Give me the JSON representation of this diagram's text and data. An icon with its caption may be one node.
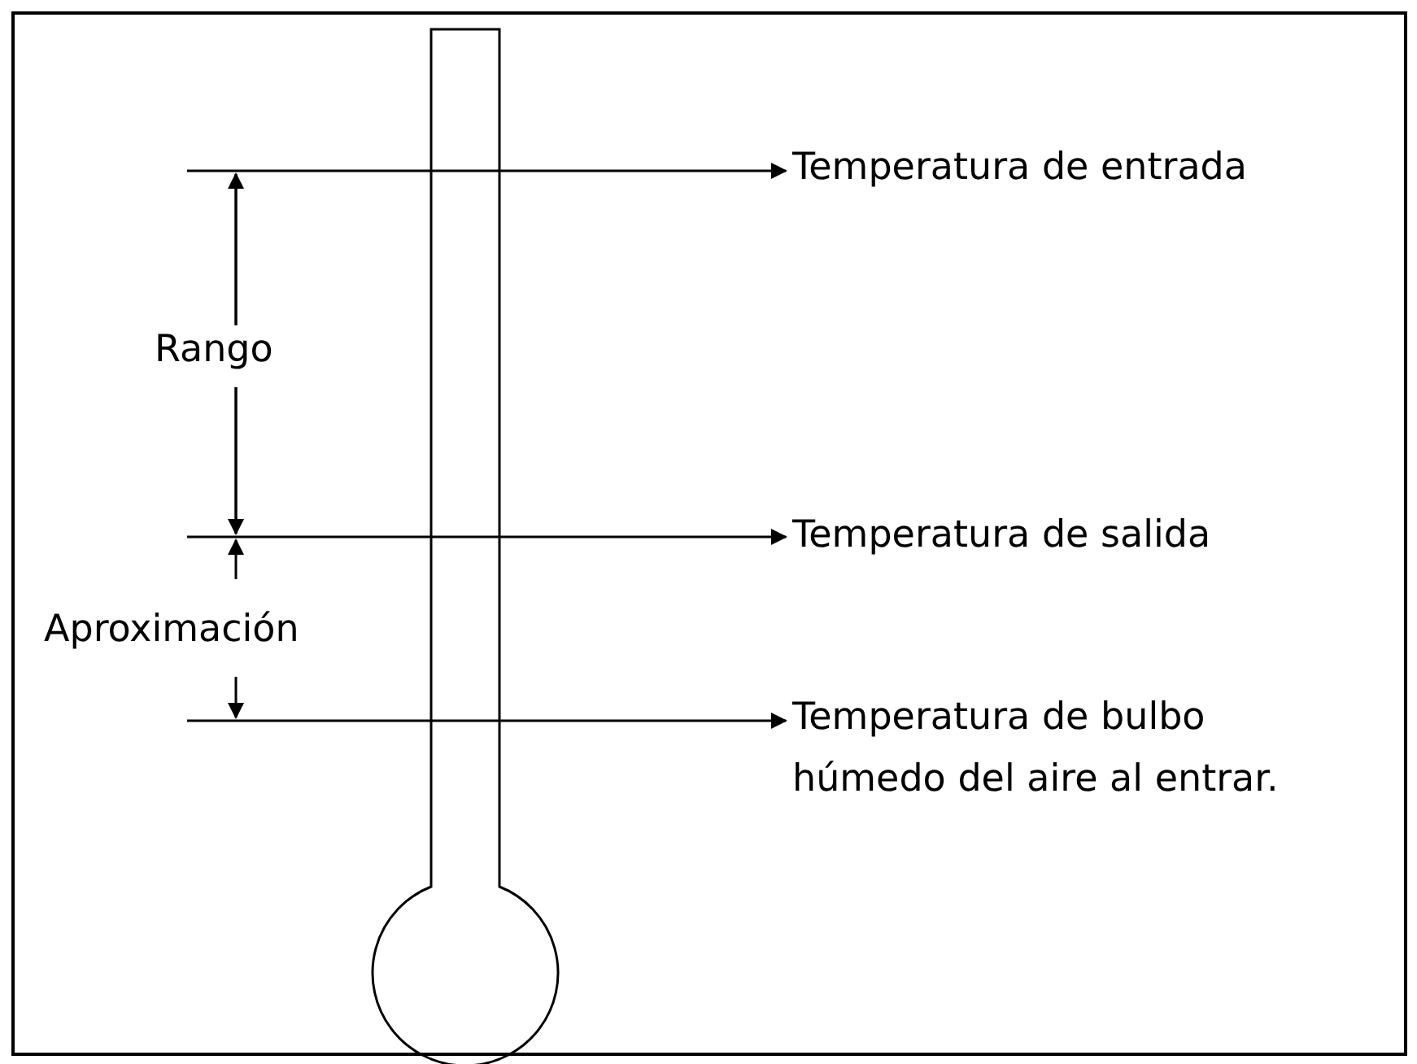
{
  "diagram": {
    "nodes": [
      {
        "text": [
          "Temperatura de entrada"
        ]
      },
      {
        "text": [
          "Temperatura de salida"
        ]
      },
      {
        "text": [
          "Temperatura de bulbo húmedo del aire al entrar."
        ]
      }
    ],
    "edges": [
      {
        "from": null,
        "to": 0,
        "arrow": "to"
      },
      {
        "from": null,
        "to": 1,
        "arrow": "to"
      },
      {
        "from": null,
        "to": 2,
        "arrow": "to"
      }
    ],
    "labels": [
      "Rango",
      "Aproximación"
    ]
  }
}
